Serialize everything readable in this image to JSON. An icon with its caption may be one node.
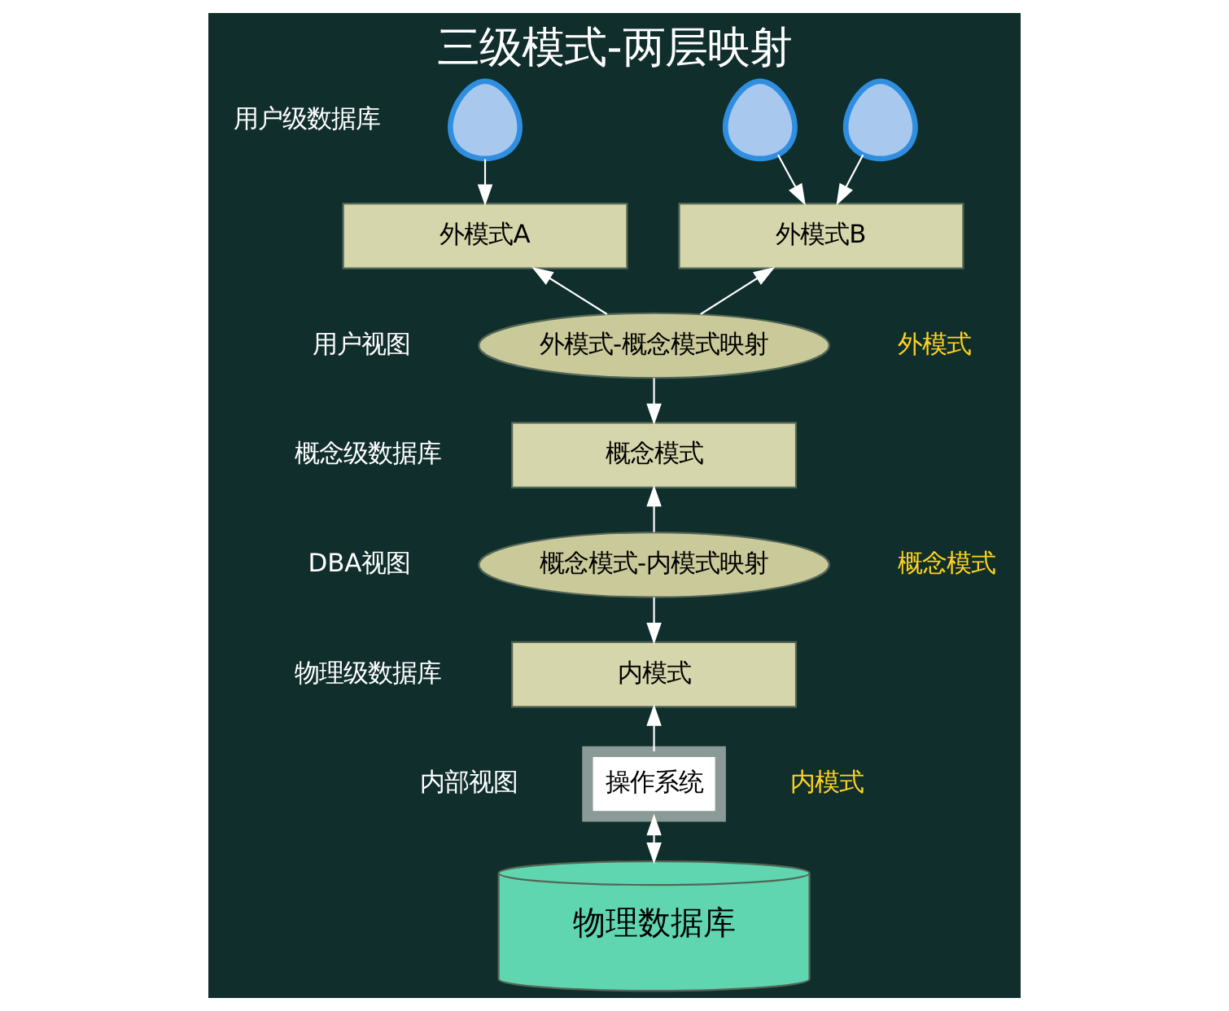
{
  "diagram": {
    "title": "三级模式-两层映射",
    "nodes": [
      {
        "text": [],
        "shape": "person"
      },
      {
        "text": [],
        "shape": "person"
      },
      {
        "text": [],
        "shape": "person"
      },
      {
        "text": [
          "外模式A"
        ]
      },
      {
        "text": [
          "外模式B"
        ]
      },
      {
        "text": [
          "外模式-概念模式映射"
        ]
      },
      {
        "text": [
          "概念模式"
        ]
      },
      {
        "text": [
          "概念模式-内模式映射"
        ]
      },
      {
        "text": [
          "内模式"
        ]
      },
      {
        "text": [
          "操作系统"
        ]
      },
      {
        "text": [
          "物理数据库"
        ]
      }
    ],
    "edges": [
      {
        "from": 0,
        "to": 3,
        "arrow": "to"
      },
      {
        "from": 1,
        "to": 4,
        "arrow": "to"
      },
      {
        "from": 2,
        "to": 4,
        "arrow": "to"
      },
      {
        "from": 5,
        "to": 3,
        "arrow": "to"
      },
      {
        "from": 5,
        "to": 4,
        "arrow": "to"
      },
      {
        "from": 5,
        "to": 6,
        "arrow": "to"
      },
      {
        "from": 7,
        "to": 6,
        "arrow": "to"
      },
      {
        "from": 7,
        "to": 8,
        "arrow": "to"
      },
      {
        "from": 9,
        "to": 8,
        "arrow": "to"
      },
      {
        "from": 9,
        "to": 10,
        "arrow": "both"
      }
    ],
    "labels": [
      "用户级数据库",
      "用户视图",
      "外模式",
      "概念级数据库",
      "DBA视图",
      "概念模式",
      "物理级数据库",
      "内部视图",
      "内模式"
    ]
  }
}
